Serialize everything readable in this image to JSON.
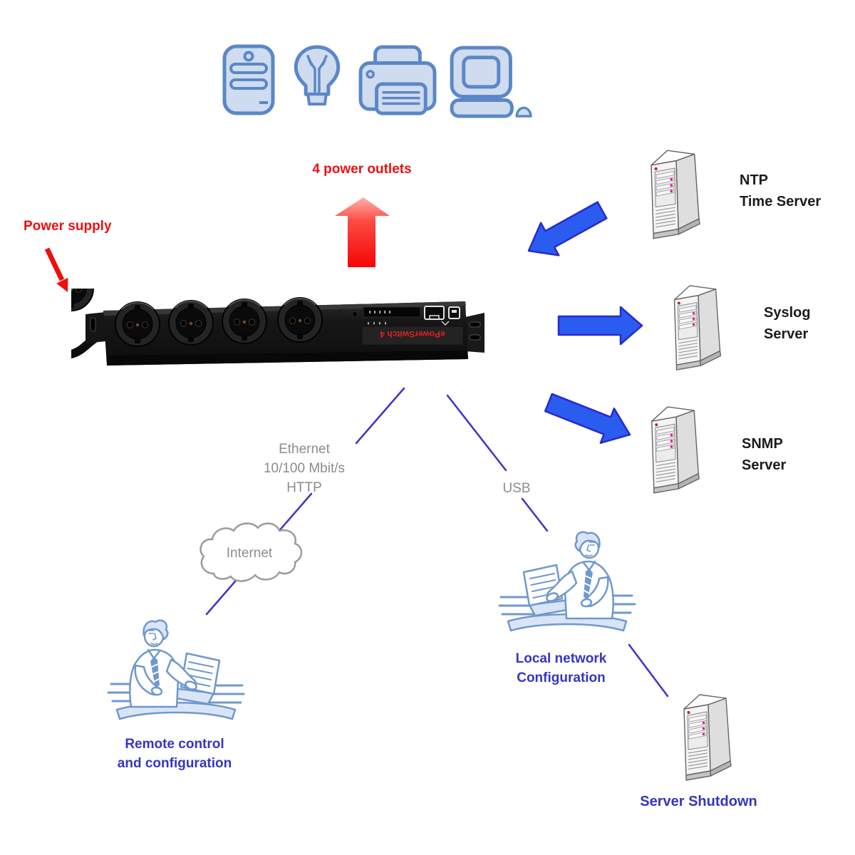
{
  "top_devices": {
    "icons": [
      {
        "name": "tower-pc"
      },
      {
        "name": "light-bulb"
      },
      {
        "name": "printer"
      },
      {
        "name": "desktop-computer"
      }
    ]
  },
  "power": {
    "outlets_label": "4 power outlets",
    "supply_label": "Power supply"
  },
  "device": {
    "label": "ePowerSwitch 4"
  },
  "servers": {
    "ntp": {
      "line1": "NTP",
      "line2": "Time Server"
    },
    "syslog": {
      "line1": "Syslog",
      "line2": "Server"
    },
    "snmp": {
      "line1": "SNMP",
      "line2": "Server"
    },
    "shutdown": {
      "label": "Server Shutdown"
    }
  },
  "connections": {
    "ethernet": {
      "line1": "Ethernet",
      "line2": "10/100 Mbit/s",
      "line3": "HTTP"
    },
    "usb_label": "USB",
    "internet_label": "Internet"
  },
  "users": {
    "remote": {
      "line1": "Remote control",
      "line2": "and configuration"
    },
    "local": {
      "line1": "Local network",
      "line2": "Configuration"
    }
  },
  "colors": {
    "red_label": "#ee1010",
    "blue_label": "#3535c4",
    "gray_label": "#8c8c8c",
    "black_label": "#1c1c1c",
    "arrow_blue_fill": "#2a5cf0",
    "arrow_blue_stroke": "#2a28cf",
    "line_blue": "#3c35c8",
    "clipart_blue": "#7098cd",
    "icon_blue_stroke": "#5a87c7",
    "icon_blue_fill": "#cfdbee"
  }
}
